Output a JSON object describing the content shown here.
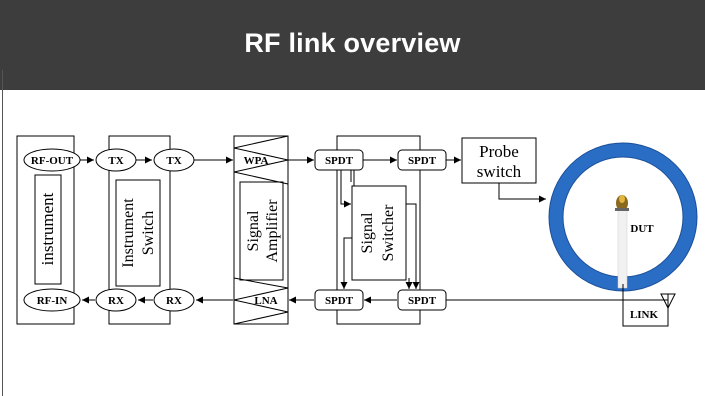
{
  "slide": {
    "title": "RF link overview"
  },
  "diagram": {
    "instrument": {
      "label": "instrument",
      "ports": {
        "rf_out": "RF-OUT",
        "rf_in": "RF-IN"
      }
    },
    "instrument_switch": {
      "label_line1": "Instrument",
      "label_line2": "Switch",
      "ports": {
        "tx_in": "TX",
        "tx_out": "TX",
        "rx_in": "RX",
        "rx_out": "RX"
      }
    },
    "signal_amplifier": {
      "label_line1": "Signal",
      "label_line2": "Amplifier",
      "wpa": "WPA",
      "lna": "LNA"
    },
    "signal_switcher": {
      "label_line1": "Signal",
      "label_line2": "Switcher",
      "spdt_top_left": "SPDT",
      "spdt_top_right": "SPDT",
      "spdt_bottom_left": "SPDT",
      "spdt_bottom_right": "SPDT"
    },
    "probe_switch": {
      "label_line1": "Probe",
      "label_line2": "switch"
    },
    "dut": {
      "label": "DUT"
    },
    "link": {
      "label": "LINK"
    },
    "colors": {
      "ring": "#2a6dc4",
      "ring_edge": "#1b4f99",
      "header": "#3d3d3d"
    }
  }
}
